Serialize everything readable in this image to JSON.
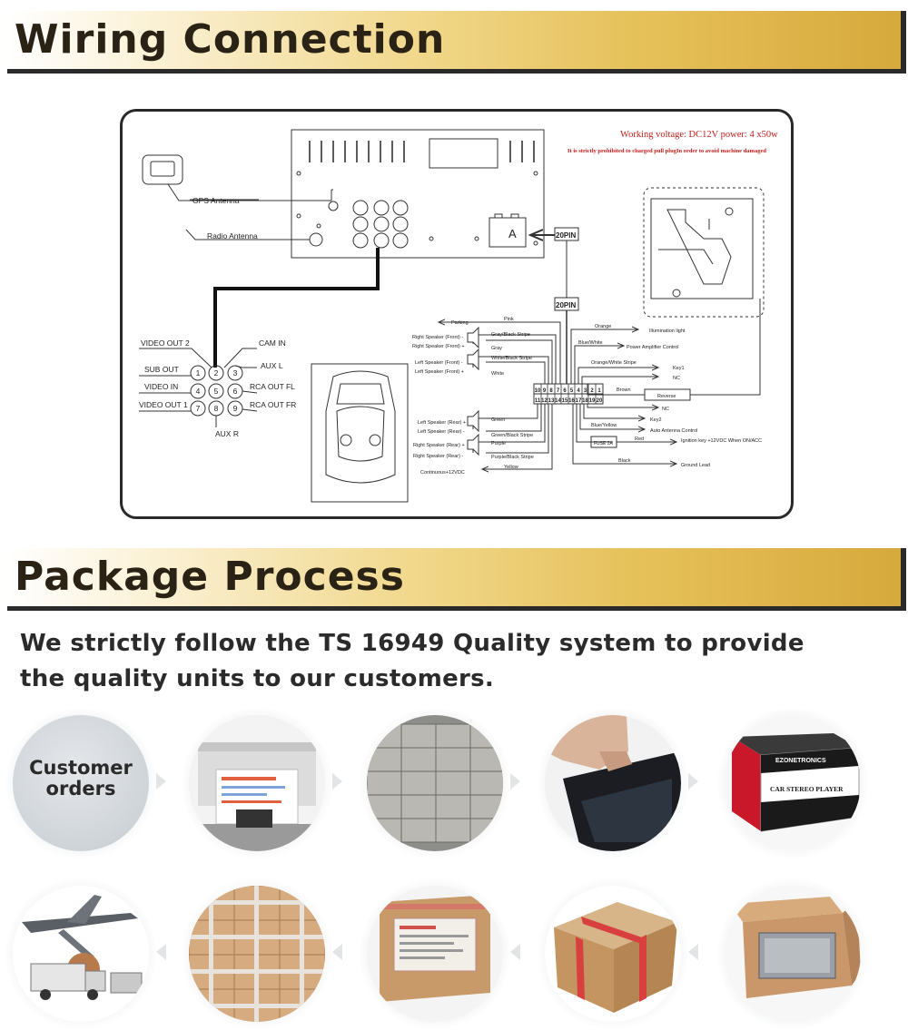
{
  "sections": {
    "wiring_title": "Wiring Connection",
    "package_title": "Package Process"
  },
  "wiring": {
    "working_voltage": "Working voltage: DC12V power: 4 x50w",
    "warning": "It is strictly prohibited to charged pull plugIn order to avoid machine damaged",
    "gps_antenna": "GPS Antenna",
    "radio_antenna": "Radio Antenna",
    "connector_a": "A",
    "pin_label_top": "20PIN",
    "pin_label_mid": "20PIN",
    "rca": {
      "video_out2": "VIDEO OUT 2",
      "cam_in": "CAM IN",
      "sub_out": "SUB OUT",
      "aux_l": "AUX L",
      "video_in": "VIDEO IN",
      "rca_out_fl": "RCA OUT FL",
      "video_out1": "VIDEO OUT 1",
      "rca_out_fr": "RCA OUT FR",
      "aux_r": "AUX R",
      "numbers": [
        "1",
        "2",
        "3",
        "4",
        "5",
        "6",
        "7",
        "8",
        "9"
      ]
    },
    "pins_top": [
      "10",
      "9",
      "8",
      "7",
      "6",
      "5",
      "4",
      "3",
      "2",
      "1"
    ],
    "pins_bottom": [
      "11",
      "12",
      "13",
      "14",
      "15",
      "16",
      "17",
      "18",
      "19",
      "20"
    ],
    "left_wires": [
      {
        "label": "Parking",
        "color": "Pink",
        "num": "8"
      },
      {
        "label": "Right Speaker (Front) -",
        "color": "Gray/Black Stripe",
        "num": "5"
      },
      {
        "label": "Right Speaker (Front) +",
        "color": "Gray",
        "num": "6"
      },
      {
        "label": "Left Speaker (Front) -",
        "color": "White/Black Stripe",
        "num": "9"
      },
      {
        "label": "Left Speaker (Front) +",
        "color": "White",
        "num": "10"
      },
      {
        "label": "Left Speaker (Rear) +",
        "color": "Green",
        "num": "11"
      },
      {
        "label": "Left Speaker (Rear) -",
        "color": "Green/Black Stripe",
        "num": "12"
      },
      {
        "label": "Right Speaker (Rear) +",
        "color": "Purple",
        "num": "13"
      },
      {
        "label": "Right Speaker (Rear) -",
        "color": "Purple/Black Stripe",
        "num": "14"
      },
      {
        "label": "Continuous+12VDC",
        "color": "Yellow",
        "num": "18"
      }
    ],
    "right_wires": [
      {
        "label": "Illumination light",
        "color": "Orange",
        "num": "5"
      },
      {
        "label": "Power Amplifier Control",
        "color": "Blue/White",
        "num": "4"
      },
      {
        "label": "Key1",
        "color": "Orange/White Stripe",
        "num": "1"
      },
      {
        "label": "NC",
        "color": "",
        "num": "3"
      },
      {
        "label": "Reverse",
        "color": "Brown",
        "num": "2"
      },
      {
        "label": "NC",
        "color": "",
        "num": "20"
      },
      {
        "label": "Key2",
        "color": "",
        "num": "19"
      },
      {
        "label": "Auto Antenna Control",
        "color": "Blue/Yellow",
        "num": "16"
      },
      {
        "label": "Ignition key +12VDC When ON/ACC",
        "color": "Red",
        "num": "17"
      },
      {
        "label": "Ground Lead",
        "color": "Black",
        "num": "16"
      }
    ],
    "fuse": "FUSE 2A"
  },
  "package": {
    "intro_line1": "We strictly follow the TS 16949 Quality system to provide",
    "intro_line2": "the quality units to our customers.",
    "step1_line1": "Customer",
    "step1_line2": "orders",
    "box_brand": "EZONETRONICS",
    "box_product": "CAR STEREO PLAYER"
  }
}
